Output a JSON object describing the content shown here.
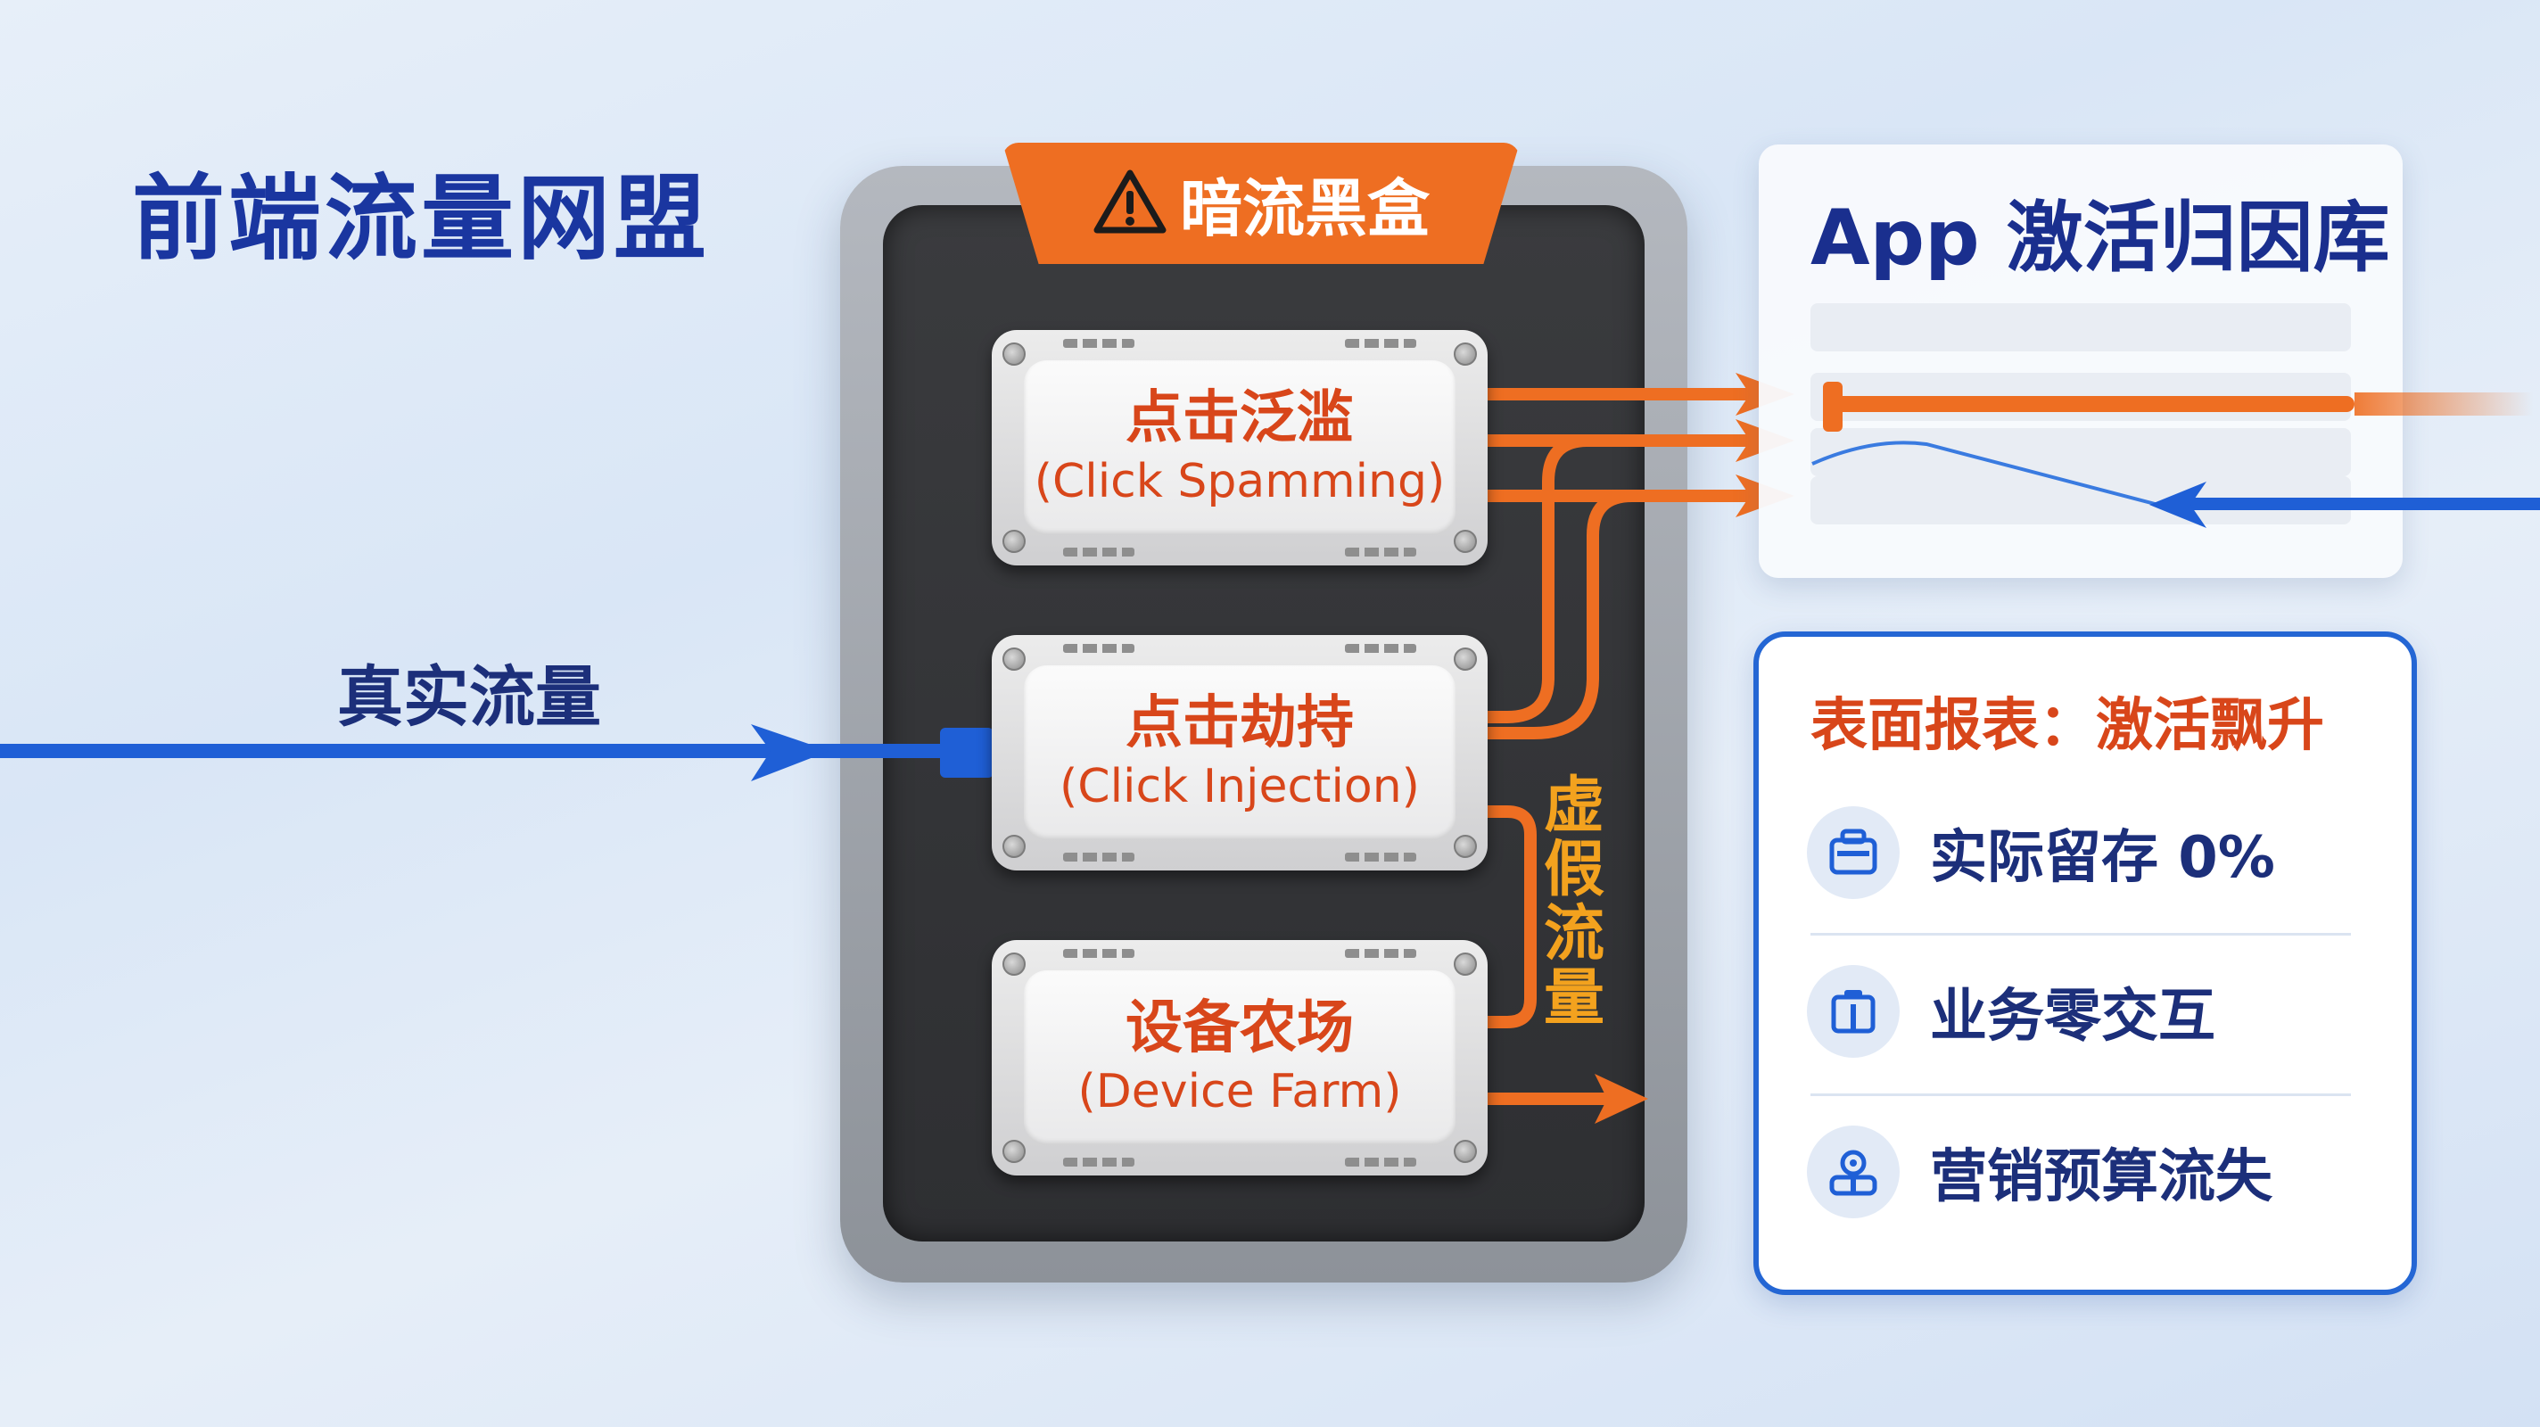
{
  "title": "前端流量网盟",
  "real_traffic_label": "真实流量",
  "black_box": {
    "title": "暗流黑盒",
    "modules": [
      {
        "cn": "点击泛滥",
        "en": "(Click Spamming)"
      },
      {
        "cn": "点击劫持",
        "en": "(Click Injection)"
      },
      {
        "cn": "设备农场",
        "en": "(Device Farm)"
      }
    ],
    "fake_traffic_label": "虚假流量"
  },
  "attribution": {
    "title": "App 激活归因库"
  },
  "report": {
    "title": "表面报表：激活飘升",
    "items": [
      {
        "label": "实际留存 0%",
        "icon": "retention-icon"
      },
      {
        "label": "业务零交互",
        "icon": "interaction-icon"
      },
      {
        "label": "营销预算流失",
        "icon": "budget-icon"
      }
    ]
  },
  "colors": {
    "title_blue": "#1a36a0",
    "orange": "#ee6e22",
    "fake_text": "#f3a21e",
    "real_flow_blue": "#1f5fd6",
    "box_dark": "#333437"
  }
}
